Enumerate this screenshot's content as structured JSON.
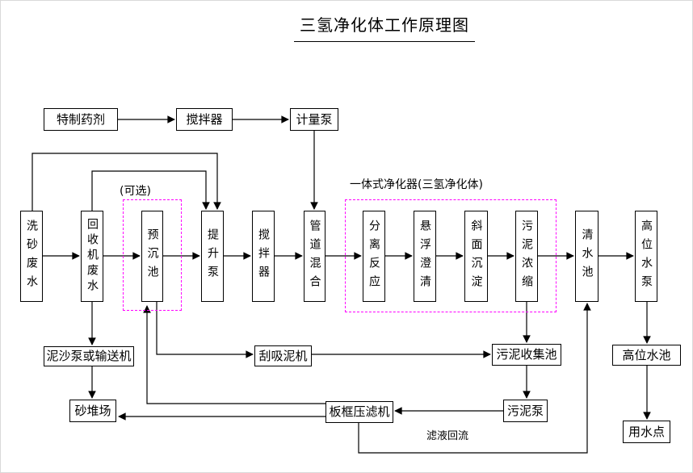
{
  "title": "三氢净化体工作原理图",
  "labels": {
    "optional": "(可选)",
    "integrated_purifier": "一体式净化器(三氢净化体)",
    "filtrate_return": "滤液回流"
  },
  "nodes": {
    "special_agent": "特制药剂",
    "mixer_top": "搅拌器",
    "metering_pump": "计量泵",
    "sand_washing_wastewater": "洗砂废水",
    "recycler_wastewater": "回收机废水",
    "pre_sedimentation_tank": "预沉池",
    "lift_pump": "提升泵",
    "mixer": "搅拌器",
    "pipeline_mixing": "管道混合",
    "separation_reaction": "分离反应",
    "suspension_clarification": "悬浮澄清",
    "inclined_sedimentation": "斜面沉淀",
    "sludge_thickening": "污泥浓缩",
    "clear_water_tank": "清水池",
    "high_level_pump": "高位水泵",
    "sand_pump_conveyor": "泥沙泵或输送机",
    "sand_yard": "砂堆场",
    "sludge_scraper": "刮吸泥机",
    "filter_press": "板框压滤机",
    "sludge_collection_tank": "污泥收集池",
    "sludge_pump": "污泥泵",
    "high_level_tank": "高位水池",
    "water_use_point": "用水点"
  },
  "colors": {
    "line": "#000000",
    "dashed_box": "#ff00ff",
    "background": "#ffffff",
    "text": "#000000"
  },
  "connections": [
    {
      "from": "special_agent",
      "to": "mixer_top"
    },
    {
      "from": "mixer_top",
      "to": "metering_pump"
    },
    {
      "from": "metering_pump",
      "to": "pipeline_mixing"
    },
    {
      "from": "sand_washing_wastewater",
      "to": "recycler_wastewater"
    },
    {
      "from": "sand_washing_wastewater",
      "to": "lift_pump",
      "note": "bypass"
    },
    {
      "from": "recycler_wastewater",
      "to": "lift_pump",
      "note": "bypass"
    },
    {
      "from": "recycler_wastewater",
      "to": "pre_sedimentation_tank"
    },
    {
      "from": "pre_sedimentation_tank",
      "to": "lift_pump"
    },
    {
      "from": "lift_pump",
      "to": "mixer"
    },
    {
      "from": "mixer",
      "to": "pipeline_mixing"
    },
    {
      "from": "pipeline_mixing",
      "to": "separation_reaction"
    },
    {
      "from": "separation_reaction",
      "to": "suspension_clarification"
    },
    {
      "from": "suspension_clarification",
      "to": "inclined_sedimentation"
    },
    {
      "from": "inclined_sedimentation",
      "to": "sludge_thickening"
    },
    {
      "from": "sludge_thickening",
      "to": "clear_water_tank"
    },
    {
      "from": "clear_water_tank",
      "to": "high_level_pump"
    },
    {
      "from": "recycler_wastewater",
      "to": "sand_pump_conveyor"
    },
    {
      "from": "sand_pump_conveyor",
      "to": "sand_yard"
    },
    {
      "from": "pre_sedimentation_tank",
      "to": "sludge_scraper"
    },
    {
      "from": "sludge_scraper",
      "to": "sludge_collection_tank"
    },
    {
      "from": "sludge_thickening",
      "to": "sludge_collection_tank"
    },
    {
      "from": "sludge_collection_tank",
      "to": "sludge_pump"
    },
    {
      "from": "sludge_pump",
      "to": "filter_press"
    },
    {
      "from": "filter_press",
      "to": "pre_sedimentation_tank"
    },
    {
      "from": "filter_press",
      "to": "sand_yard"
    },
    {
      "from": "filter_press",
      "to": "clear_water_tank",
      "label": "滤液回流"
    },
    {
      "from": "high_level_pump",
      "to": "high_level_tank"
    },
    {
      "from": "high_level_tank",
      "to": "water_use_point"
    }
  ]
}
